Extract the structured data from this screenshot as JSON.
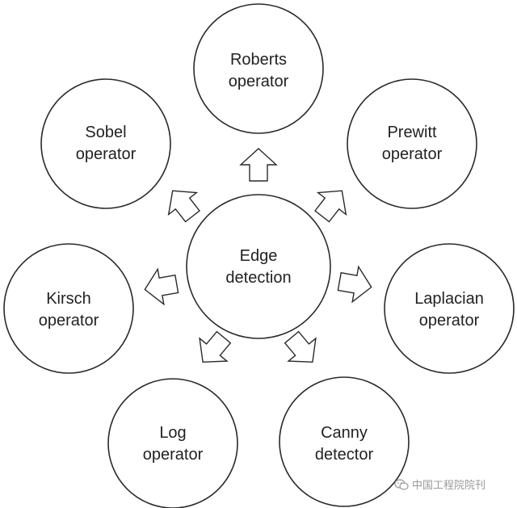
{
  "center": {
    "line1": "Edge",
    "line2": "detection"
  },
  "nodes": [
    {
      "id": "roberts",
      "line1": "Roberts",
      "line2": "operator"
    },
    {
      "id": "prewitt",
      "line1": "Prewitt",
      "line2": "operator"
    },
    {
      "id": "laplacian",
      "line1": "Laplacian",
      "line2": "operator"
    },
    {
      "id": "canny",
      "line1": "Canny",
      "line2": "detector"
    },
    {
      "id": "log",
      "line1": "Log",
      "line2": "operator"
    },
    {
      "id": "kirsch",
      "line1": "Kirsch",
      "line2": "operator"
    },
    {
      "id": "sobel",
      "line1": "Sobel",
      "line2": "operator"
    }
  ],
  "watermark": {
    "text": "中国工程院院刊",
    "icon": "wechat-icon"
  },
  "colors": {
    "stroke": "#2a2a2a",
    "text": "#222222",
    "background": "#ffffff",
    "watermark": "#9a9a9a"
  }
}
